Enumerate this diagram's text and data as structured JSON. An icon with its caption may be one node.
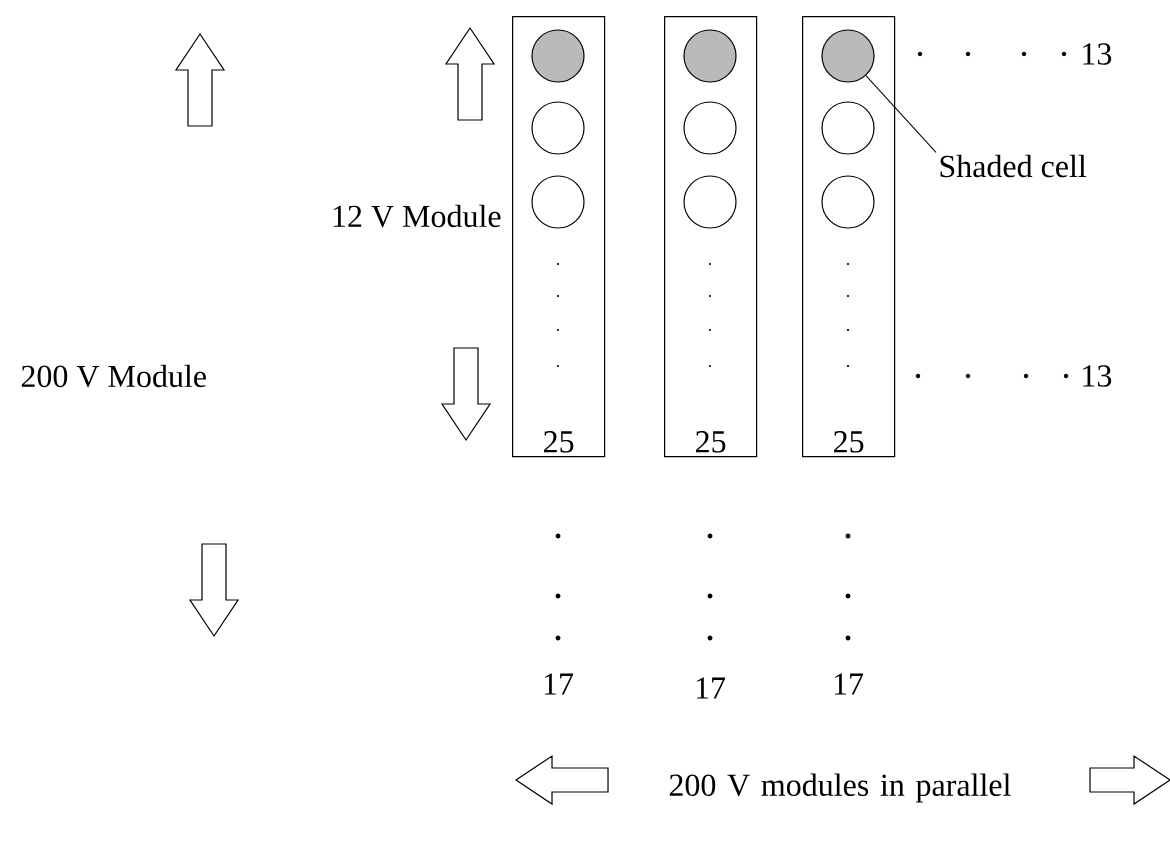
{
  "diagram": {
    "nodes": [
      {
        "text": [
          "25"
        ]
      },
      {
        "text": [],
        "shape": "circle",
        "in": 0
      },
      {
        "text": [],
        "shape": "circle",
        "in": 0
      },
      {
        "text": [],
        "shape": "circle",
        "in": 0
      },
      {
        "text": [
          "25"
        ]
      },
      {
        "text": [],
        "shape": "circle",
        "in": 4
      },
      {
        "text": [],
        "shape": "circle",
        "in": 4
      },
      {
        "text": [],
        "shape": "circle",
        "in": 4
      },
      {
        "text": [
          "25"
        ]
      },
      {
        "text": [],
        "shape": "circle",
        "in": 8
      },
      {
        "text": [],
        "shape": "circle",
        "in": 8
      },
      {
        "text": [],
        "shape": "circle",
        "in": 8
      },
      {
        "text": [
          "Shaded cell"
        ]
      }
    ],
    "edges": [
      {
        "from": 12,
        "to": 9,
        "arrow": "none"
      }
    ],
    "labels": [
      "13",
      "12 V Module",
      "200 V Module",
      "13",
      "17",
      "17",
      "17",
      "200 V modules in parallel"
    ]
  }
}
